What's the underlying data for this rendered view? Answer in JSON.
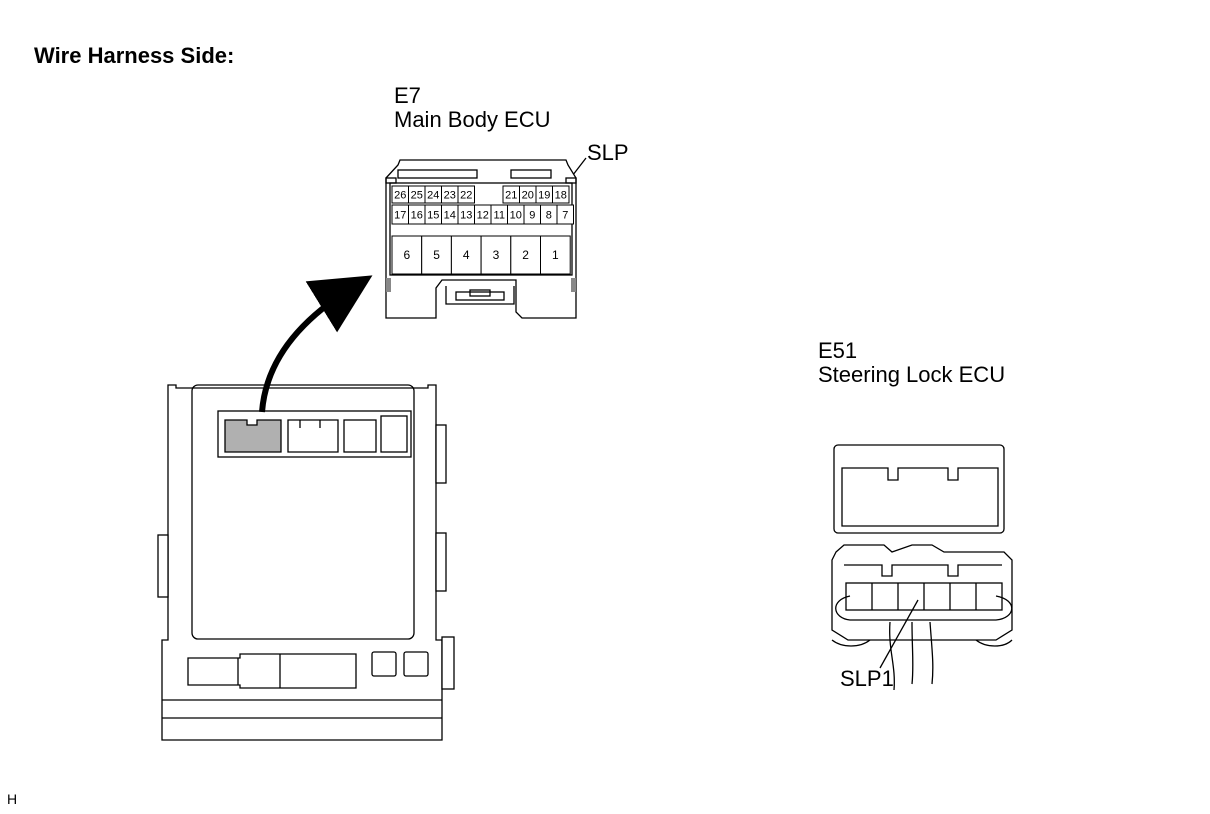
{
  "header": {
    "title": "Wire Harness Side:"
  },
  "connector_e7": {
    "code": "E7",
    "name": "Main Body ECU",
    "terminal_label": "SLP",
    "row_top_left": [
      "26",
      "25",
      "24",
      "23",
      "22"
    ],
    "row_top_right": [
      "21",
      "20",
      "19",
      "18"
    ],
    "row_middle": [
      "17",
      "16",
      "15",
      "14",
      "13",
      "12",
      "11",
      "10",
      "9",
      "8",
      "7"
    ],
    "row_large": [
      "6",
      "5",
      "4",
      "3",
      "2",
      "1"
    ]
  },
  "connector_e51": {
    "code": "E51",
    "name": "Steering Lock ECU",
    "terminal_label": "SLP1"
  },
  "footer": {
    "code": "H"
  }
}
